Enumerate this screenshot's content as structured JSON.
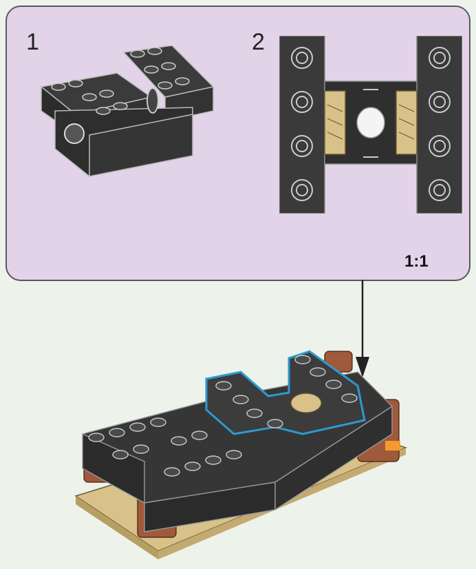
{
  "substeps": [
    {
      "number": "1",
      "icon": "axle-bracket-brick-icon"
    },
    {
      "number": "2",
      "icon": "turntable-assembly-icon"
    }
  ],
  "scale_label": "1:1",
  "main_model": {
    "icon": "train-chassis-assembly-icon"
  },
  "colors": {
    "panel": "#e3d3e8",
    "background": "#edf3ea",
    "brick": "#3a3a3a",
    "highlight": "#2e9ad0",
    "tan": "#d8c28a",
    "brown": "#a0593a"
  }
}
